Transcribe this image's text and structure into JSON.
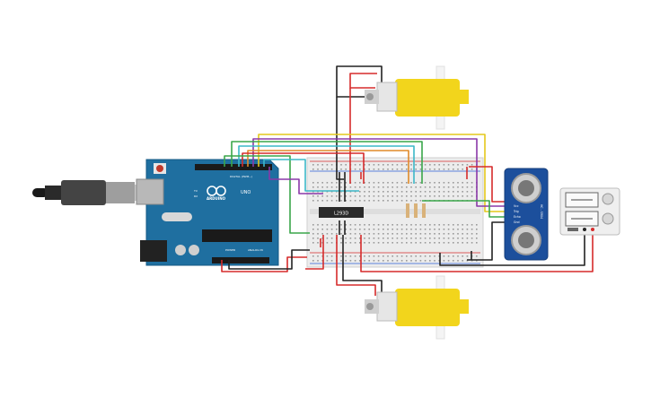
{
  "arduino": {
    "brand": "ARDUINO",
    "model": "UNO",
    "digital_label": "DIGITAL (PWM~)",
    "power_label": "POWER",
    "analog_label": "ANALOG IN",
    "tx_label": "TX",
    "rx_label": "RX",
    "aref_label": "AREF",
    "brand_color": "#1f6fa0"
  },
  "driver_chip": {
    "label": "L293D"
  },
  "ultrasonic_sensor": {
    "pins": [
      "Vcc",
      "Trig",
      "Echo",
      "Gnd"
    ],
    "model_label": "HC - SR04",
    "color": "#1c4f9c"
  },
  "battery": {
    "type": "2xAA battery holder"
  },
  "motors": [
    {
      "name": "top-dc-motor",
      "color": "#f2d51c"
    },
    {
      "name": "bottom-dc-motor",
      "color": "#f2d51c"
    }
  ],
  "wire_colors": {
    "red": "#d62b2b",
    "black": "#222222",
    "yellow": "#e4c81c",
    "green": "#3aa64a",
    "purple": "#8a38a8",
    "cyan": "#3cb8c8",
    "orange": "#e08a2a"
  }
}
